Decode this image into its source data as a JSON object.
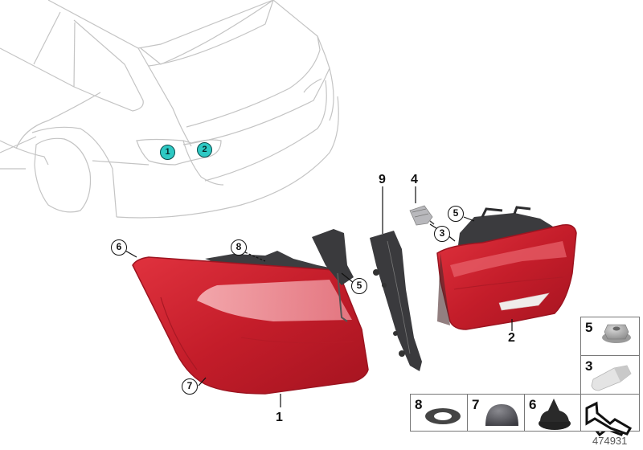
{
  "diagram": {
    "type": "exploded-parts-diagram",
    "subject": "Rear lights (tail light assembly) on vehicle",
    "figure_id": "474931",
    "colors": {
      "locator_callout": "#2ec9c4",
      "lamp_red": "#c8202c",
      "housing_dark": "#3a3a3c",
      "outline_gray": "#bdbdbd",
      "grid_border": "#777777"
    },
    "vehicle_locators": [
      {
        "id": "loc-1",
        "label": "1"
      },
      {
        "id": "loc-2",
        "label": "2"
      }
    ],
    "part_numbers": [
      {
        "label": "1",
        "desc": "Outer rear light (side panel)"
      },
      {
        "label": "2",
        "desc": "Inner rear light (tailgate)"
      },
      {
        "label": "4",
        "desc": "Bulb holder"
      },
      {
        "label": "9",
        "desc": "Carrier / holder"
      }
    ],
    "callouts": [
      {
        "label": "6"
      },
      {
        "label": "8"
      },
      {
        "label": "5"
      },
      {
        "label": "7"
      },
      {
        "label": "5"
      },
      {
        "label": "3"
      }
    ],
    "legend_cells": [
      {
        "num": "5",
        "item": "hex-collar-nut"
      },
      {
        "num": "3",
        "item": "bulb"
      },
      {
        "num": "8",
        "item": "washer"
      },
      {
        "num": "7",
        "item": "rubber-cap"
      },
      {
        "num": "6",
        "item": "grommet"
      },
      {
        "num": "",
        "item": "arrow-symbol"
      }
    ]
  }
}
